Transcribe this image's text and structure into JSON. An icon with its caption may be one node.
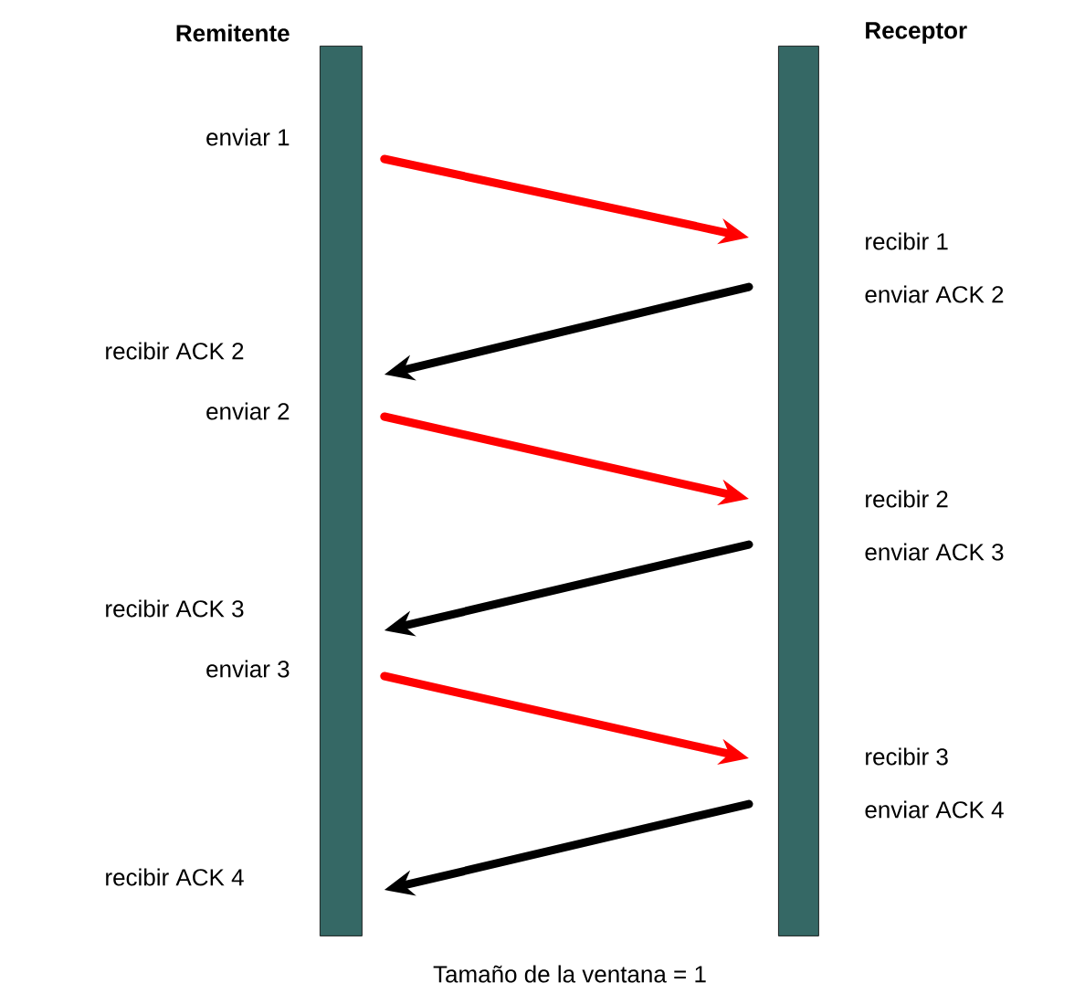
{
  "diagram": {
    "caption": "Tamaño de la ventana = 1",
    "nodes": [
      {
        "text": [
          "Remitente"
        ]
      },
      {
        "text": [
          "Receptor"
        ]
      }
    ],
    "edges": [
      {
        "from": 0,
        "to": 1,
        "arrow": "to",
        "color": "#ff0000"
      },
      {
        "from": 1,
        "to": 0,
        "arrow": "to",
        "color": "#000000"
      },
      {
        "from": 0,
        "to": 1,
        "arrow": "to",
        "color": "#ff0000"
      },
      {
        "from": 1,
        "to": 0,
        "arrow": "to",
        "color": "#000000"
      },
      {
        "from": 0,
        "to": 1,
        "arrow": "to",
        "color": "#ff0000"
      },
      {
        "from": 1,
        "to": 0,
        "arrow": "to",
        "color": "#000000"
      }
    ],
    "labels": [
      "enviar 1",
      "recibir 1",
      "enviar ACK 2",
      "recibir ACK 2",
      "enviar 2",
      "recibir 2",
      "enviar ACK 3",
      "recibir ACK 3",
      "enviar 3",
      "recibir 3",
      "enviar ACK 4",
      "recibir ACK 4"
    ]
  }
}
